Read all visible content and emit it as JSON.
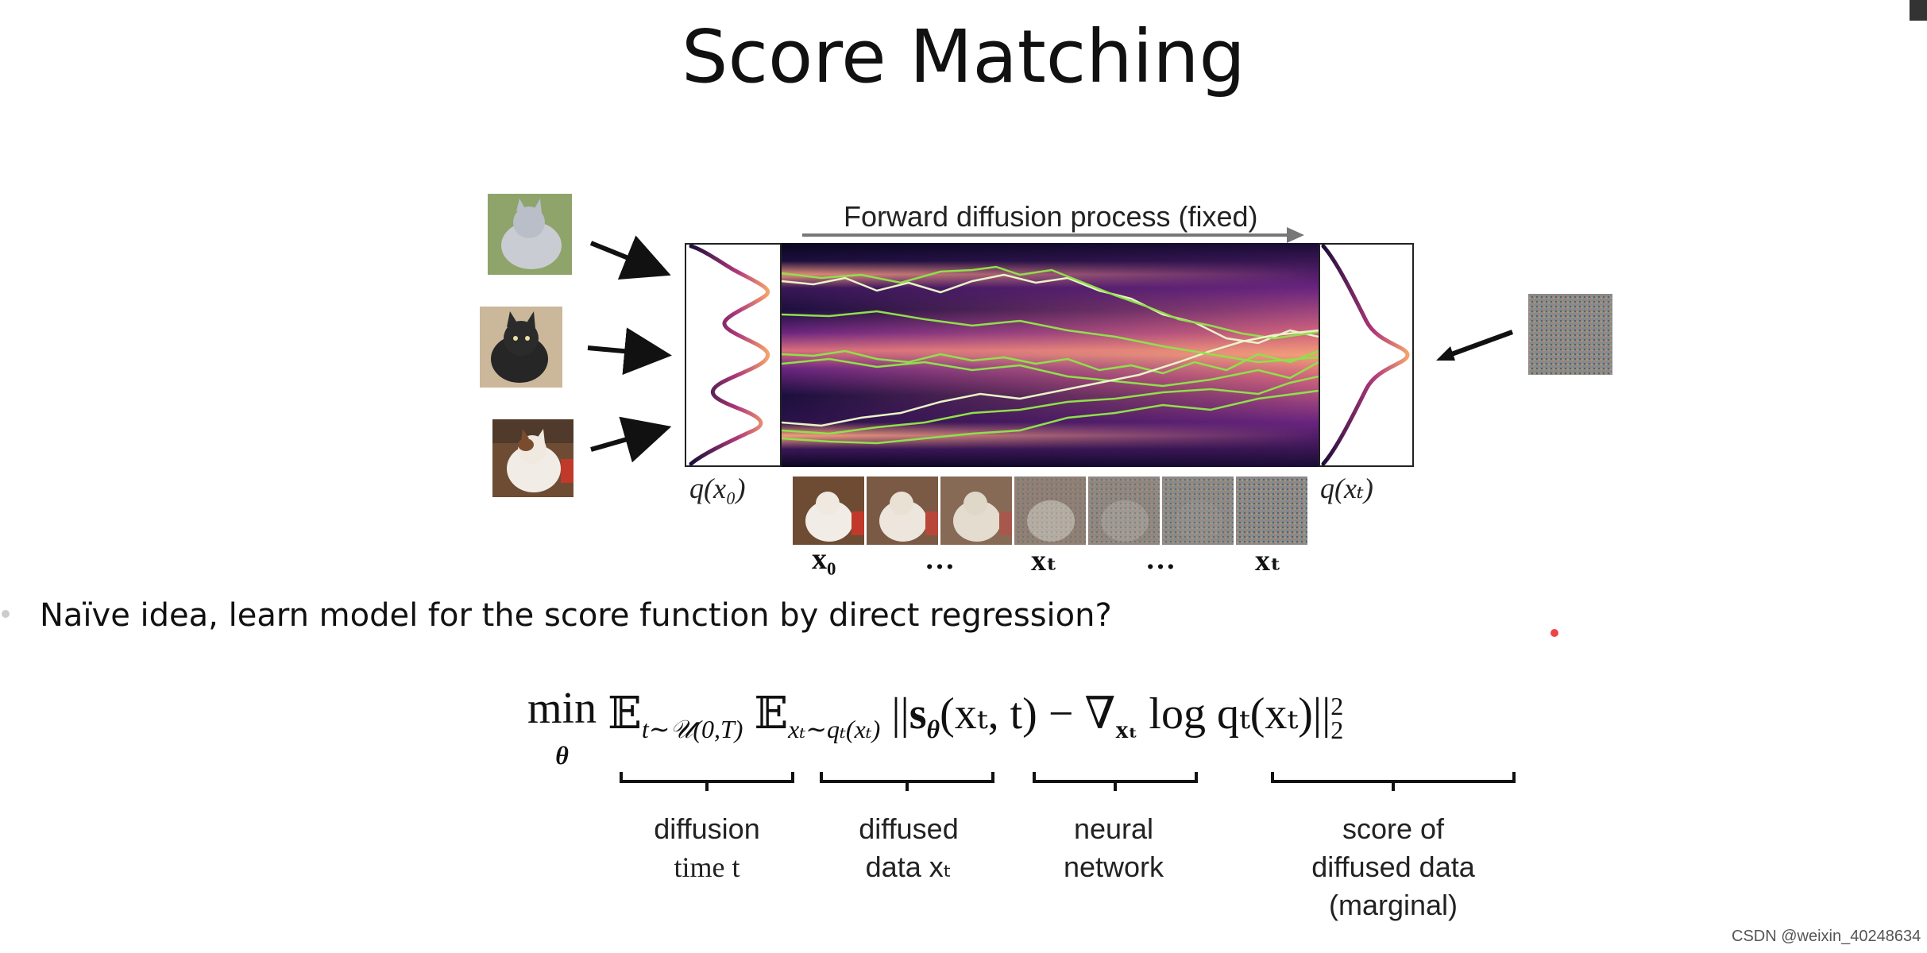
{
  "slide": {
    "title": "Score Matching",
    "forward_label": "Forward diffusion process (fixed)",
    "q_x0": "q(x₀)",
    "q_xT": "q(xₜ)",
    "strip_labels": [
      "x₀",
      "…",
      "xₜ",
      "…",
      "xₜ"
    ],
    "bullet": "Naïve idea, learn model for the score function by direct regression?",
    "equation": {
      "min": "min",
      "min_sub": "θ",
      "e1": "𝔼",
      "e1_sub": "t∼𝒰(0,T)",
      "e2": "𝔼",
      "e2_sub": "xₜ∼qₜ(xₜ)",
      "norm_open": "||",
      "s": "s",
      "s_sub": "θ",
      "s_args": "(xₜ, t)",
      "minus": "−",
      "nabla": "∇",
      "nabla_sub": "xₜ",
      "log": "log qₜ(xₜ)",
      "norm_close": "||",
      "sup": "2",
      "sub": "2"
    },
    "captions": [
      {
        "line1": "diffusion",
        "line2": "time t"
      },
      {
        "line1": "diffused",
        "line2": "data xₜ"
      },
      {
        "line1": "neural",
        "line2": "network"
      },
      {
        "line1": "score of",
        "line2": "diffused data",
        "line3": "(marginal)"
      }
    ],
    "watermark": "CSDN @weixin_40248634"
  },
  "colors": {
    "heat_dark": "#0b0720",
    "heat_mid": "#7b2a86",
    "heat_bright": "#f2a07b",
    "path_green": "#8fe04a",
    "path_white": "#e9f3c8",
    "arrow": "#111111",
    "forward_arrow": "#777777"
  }
}
